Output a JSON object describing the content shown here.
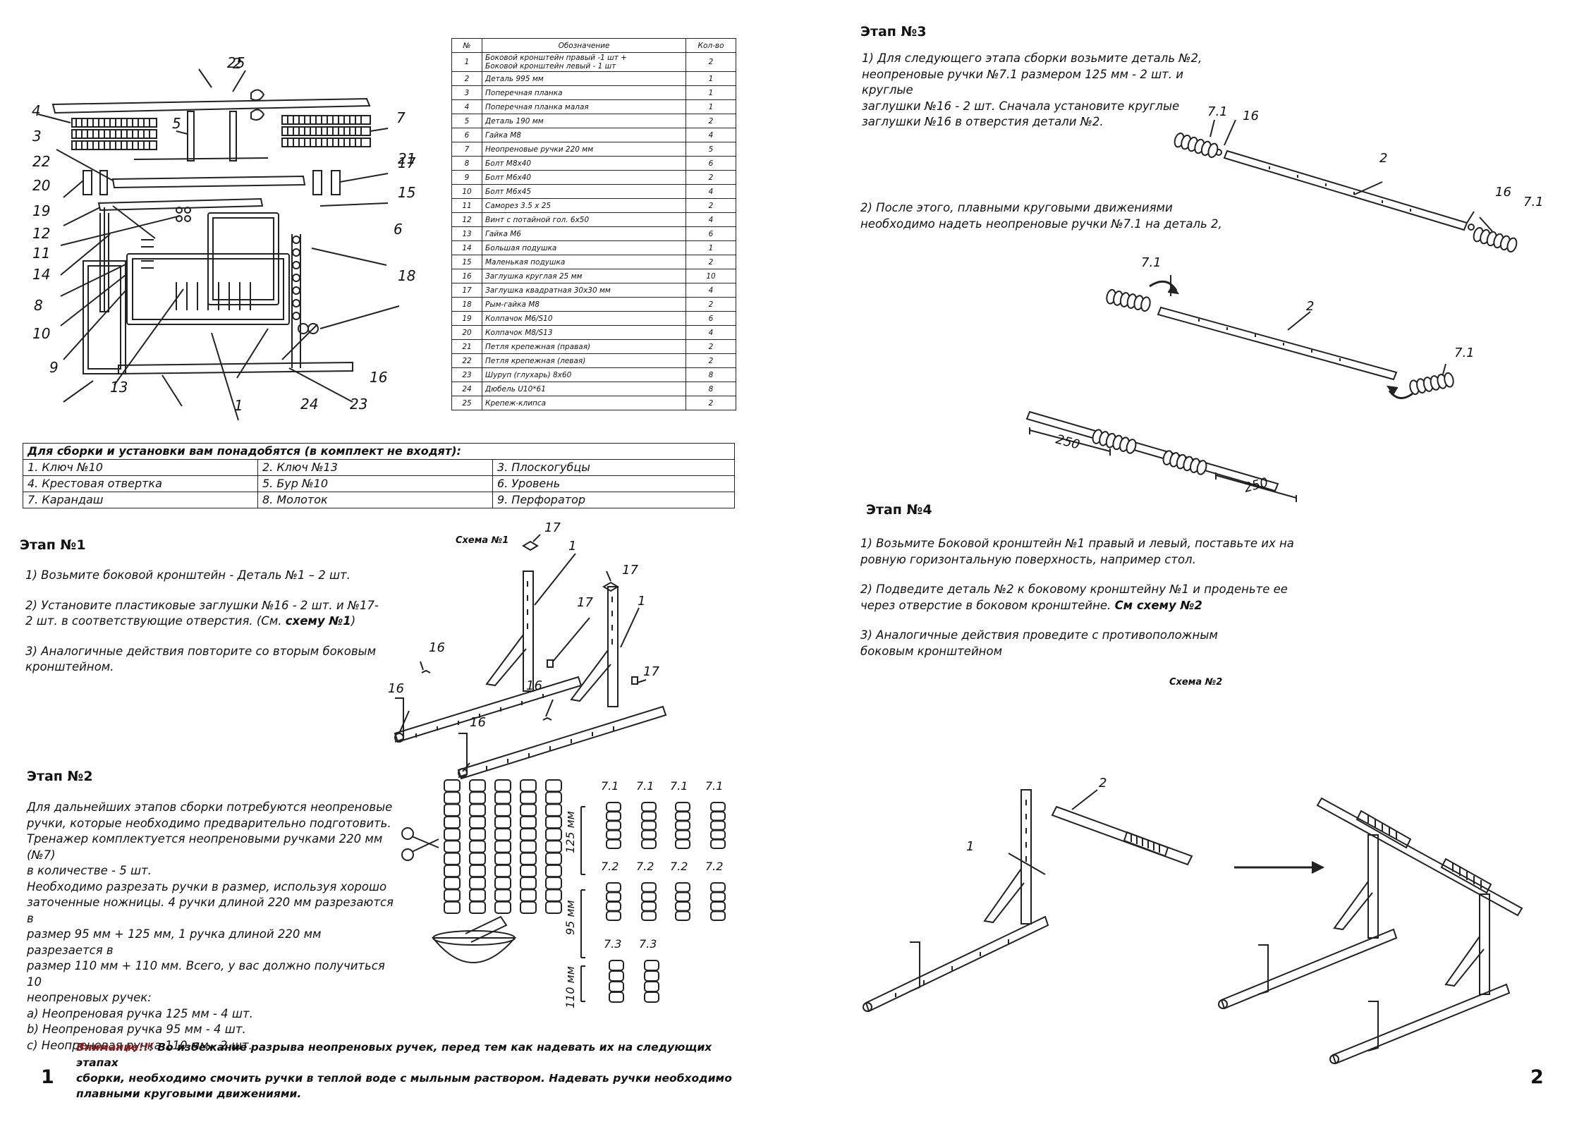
{
  "parts_table": {
    "headers": [
      "№",
      "Обозначение",
      "Кол-во"
    ],
    "rows": [
      [
        "1",
        "Боковой кронштейн правый -1 шт +\nБоковой кронштейн левый - 1 шт",
        "2"
      ],
      [
        "2",
        "Деталь 995 мм",
        "1"
      ],
      [
        "3",
        "Поперечная планка",
        "1"
      ],
      [
        "4",
        "Поперечная планка малая",
        "1"
      ],
      [
        "5",
        "Деталь 190 мм",
        "2"
      ],
      [
        "6",
        "Гайка М8",
        "4"
      ],
      [
        "7",
        "Неопреновые ручки 220 мм",
        "5"
      ],
      [
        "8",
        "Болт М8х40",
        "6"
      ],
      [
        "9",
        "Болт М6х40",
        "2"
      ],
      [
        "10",
        "Болт М6х45",
        "4"
      ],
      [
        "11",
        "Саморез 3.5 х 25",
        "2"
      ],
      [
        "12",
        "Винт с потайной гол. 6х50",
        "4"
      ],
      [
        "13",
        "Гайка М6",
        "6"
      ],
      [
        "14",
        "Большая подушка",
        "1"
      ],
      [
        "15",
        "Маленькая подушка",
        "2"
      ],
      [
        "16",
        "Заглушка круглая 25 мм",
        "10"
      ],
      [
        "17",
        "Заглушка квадратная 30х30 мм",
        "4"
      ],
      [
        "18",
        "Рым-гайка М8",
        "2"
      ],
      [
        "19",
        "Колпачок М6/S10",
        "6"
      ],
      [
        "20",
        "Колпачок М8/S13",
        "4"
      ],
      [
        "21",
        "Петля крепежная (правая)",
        "2"
      ],
      [
        "22",
        "Петля крепежная (левая)",
        "2"
      ],
      [
        "23",
        "Шуруп (глухарь) 8х60",
        "8"
      ],
      [
        "24",
        "Дюбель U10*61",
        "8"
      ],
      [
        "25",
        "Крепеж-клипса",
        "2"
      ]
    ]
  },
  "tools": {
    "header": "Для сборки и установки вам понадобятся (в комплект не входят):",
    "items": [
      "1. Ключ №10",
      "2. Ключ №13",
      "3. Плоскогубцы",
      "4. Крестовая отвертка",
      "5. Бур №10",
      "6. Уровень",
      "7. Карандаш",
      "8. Молоток",
      "9. Перфоратор"
    ]
  },
  "overview_labels": [
    "25",
    "2",
    "4",
    "5",
    "7",
    "3",
    "21",
    "22",
    "17",
    "20",
    "15",
    "19",
    "6",
    "12",
    "11",
    "14",
    "18",
    "8",
    "10",
    "9",
    "13",
    "1",
    "24",
    "23",
    "16"
  ],
  "stage1": {
    "title": "Этап №1",
    "p1": "1) Возьмите боковой кронштейн - Деталь №1 – 2 шт.",
    "p2a": "2) Установите пластиковые заглушки №16 - 2 шт. и №17-",
    "p2b": "2 шт. в соответствующие отверстия. (См. ",
    "p2c": "схему №1",
    "p2d": ")",
    "p3a": "3) Аналогичные действия повторите со вторым боковым",
    "p3b": "кронштейном.",
    "scheme": "Схема №1",
    "labels": [
      "17",
      "1",
      "17",
      "1",
      "17",
      "17",
      "16",
      "16",
      "16",
      "16"
    ]
  },
  "stage2": {
    "title": "Этап №2",
    "lines": [
      "Для дальнейших этапов сборки потребуются неопреновые",
      "ручки, которые необходимо предварительно подготовить.",
      "Тренажер комплектуется неопреновыми ручками 220 мм (№7)",
      "в количестве - 5 шт.",
      "Необходимо разрезать ручки в размер, используя хорошо",
      "заточенные ножницы. 4 ручки длиной 220 мм разрезаются в",
      "размер 95 мм + 125 мм, 1 ручка длиной 220 мм разрезается в",
      "размер 110 мм + 110 мм. Всего, у вас должно получиться 10",
      "неопреновых ручек:",
      "a) Неопреновая ручка 125 мм - 4 шт.",
      "b) Неопреновая ручка 95 мм - 4 шт.",
      "c) Неопреновая ручка 110 мм - 2 шт."
    ],
    "dims": [
      "125 мм",
      "95 мм",
      "110 мм"
    ],
    "labels": [
      "7.1",
      "7.1",
      "7.1",
      "7.1",
      "7.2",
      "7.2",
      "7.2",
      "7.2",
      "7.3",
      "7.3"
    ]
  },
  "warning": {
    "prefix": "Внимание!!!",
    "line1": " Во избежание разрыва неопреновых ручек, перед тем как надевать их на следующих этапах",
    "line2": "сборки, необходимо смочить ручки в теплой воде с мыльным раствором. Надевать ручки необходимо",
    "line3": "плавными круговыми движениями."
  },
  "page_left": "1",
  "stage3": {
    "title": "Этап №3",
    "p1": [
      "1) Для следующего этапа сборки возьмите деталь №2,",
      "неопреновые ручки №7.1 размером 125 мм - 2 шт. и круглые",
      "заглушки №16 - 2 шт. Сначала установите круглые",
      "заглушки №16 в отверстия детали №2."
    ],
    "p2": [
      "2) После этого, плавными круговыми движениями",
      "необходимо надеть неопреновые ручки №7.1 на деталь 2,"
    ],
    "labels": [
      "7.1",
      "16",
      "2",
      "16",
      "7.1",
      "7.1",
      "2",
      "7.1"
    ],
    "dims": [
      "250",
      "250"
    ]
  },
  "stage4": {
    "title": "Этап №4",
    "p1a": "1) Возьмите Боковой кронштейн №1 правый и левый, поставьте их на",
    "p1b": "ровную горизонтальную поверхность, например стол.",
    "p2a": "2) Подведите деталь №2 к боковому кронштейну №1 и проденьте ее",
    "p2b": "через отверстие в боковом кронштейне. ",
    "p2c": "См схему №2",
    "p3a": "3) Аналогичные действия проведите с противоположным",
    "p3b": "боковым кронштейном",
    "scheme": "Схема №2",
    "labels": [
      "2",
      "1"
    ]
  },
  "page_right": "2",
  "colors": {
    "ink": "#111111",
    "warning_red": "#8b1a1a"
  },
  "icons": [
    "scissors-icon",
    "bowl-icon",
    "rotate-arrow-icon",
    "arrow-right-icon"
  ]
}
